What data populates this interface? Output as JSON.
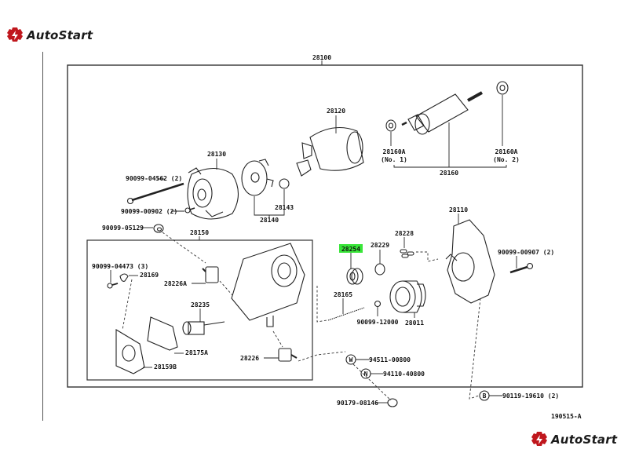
{
  "brand": {
    "name": "AutoStart",
    "accent_color": "#c0171d",
    "icon": "gear-bolt-icon"
  },
  "diagram": {
    "assembly_label": "28100",
    "sub_assembly_label": "28150",
    "figure_code": "190515-A",
    "highlight_color": "#39e639",
    "highlighted_part": "28254",
    "parts": {
      "p28120": "28120",
      "p28130": "28130",
      "p28140": "28140",
      "p28143": "28143",
      "p28160": "28160",
      "p28160a_1": "28160A",
      "p28160a_1_note": "(No. 1)",
      "p28160a_2": "28160A",
      "p28160a_2_note": "(No. 2)",
      "p28110": "28110",
      "p28254": "28254",
      "p28229": "28229",
      "p28228": "28228",
      "p28165": "28165",
      "p28011": "28011",
      "p28169": "28169",
      "p28226a": "28226A",
      "p28235": "28235",
      "p28175a": "28175A",
      "p28159b": "28159B",
      "p28226": "28226",
      "b90099_04562": "90099-04562 (2)",
      "b90099_00902": "90099-00902 (2)",
      "b90099_05129": "90099-05129",
      "b90099_04473": "90099-04473 (3)",
      "b90099_00907": "90099-00907 (2)",
      "b90099_12000": "90099-12000",
      "b94511_00800": "94511-00800",
      "b94110_40800": "94110-40800",
      "b90179_08146": "90179-08146",
      "b90119_19610": "90119-19610 (2)"
    },
    "callouts": {
      "w": "W",
      "n": "N",
      "b": "B"
    }
  }
}
